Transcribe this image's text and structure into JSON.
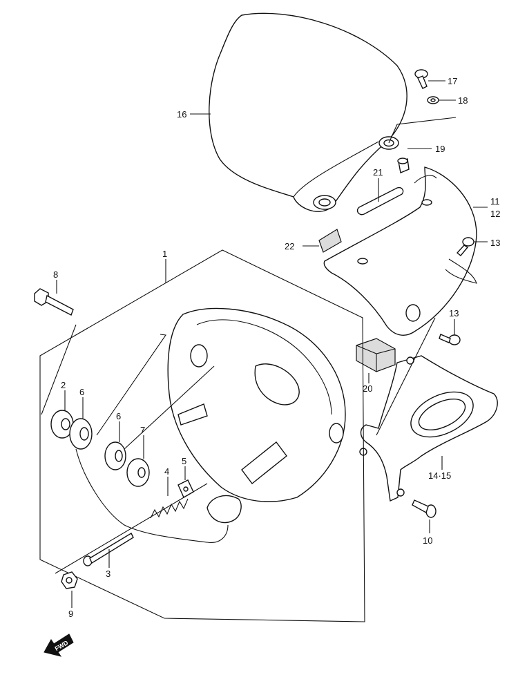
{
  "labels": {
    "p1": "1",
    "p2": "2",
    "p3": "3",
    "p4": "4",
    "p5": "5",
    "p6a": "6",
    "p6b": "6",
    "p7": "7",
    "p8": "8",
    "p9": "9",
    "p10": "10",
    "p11": "11",
    "p12": "12",
    "p13a": "13",
    "p13b": "13",
    "p14_15": "14·15",
    "p16": "16",
    "p17": "17",
    "p18": "18",
    "p19": "19",
    "p20": "20",
    "p21": "21",
    "p22": "22"
  },
  "fwd_arrow": {
    "text": "FWD"
  }
}
